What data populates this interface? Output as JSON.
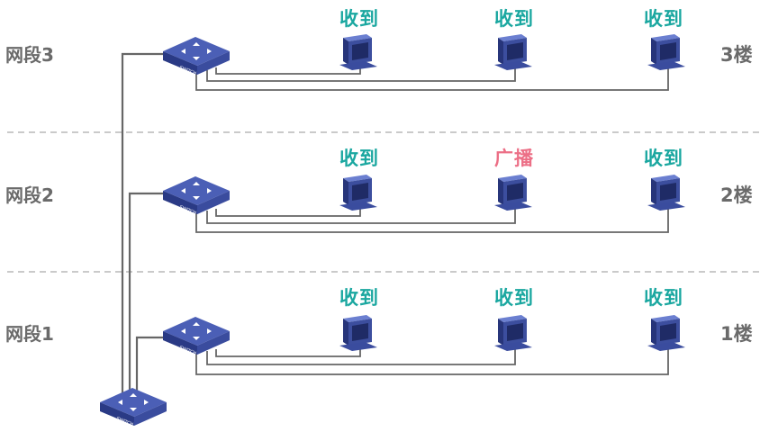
{
  "colors": {
    "received": "#1aa7a0",
    "broadcast": "#ec6f86",
    "label": "#6a6a6a",
    "wire": "#666666",
    "divider": "#b8b8b8",
    "switch_top": "#4b5fb6",
    "switch_side": "#2a3a85",
    "pc_body": "#3c4e9e"
  },
  "icons": [
    "switch-icon",
    "computer-icon"
  ],
  "switch_label": "SWITCH",
  "segments": [
    {
      "segment_label": "网段3",
      "floor_label": "3楼",
      "hosts": [
        {
          "status": "收到",
          "kind": "received"
        },
        {
          "status": "收到",
          "kind": "received"
        },
        {
          "status": "收到",
          "kind": "received"
        }
      ]
    },
    {
      "segment_label": "网段2",
      "floor_label": "2楼",
      "hosts": [
        {
          "status": "收到",
          "kind": "received"
        },
        {
          "status": "广播",
          "kind": "broadcast"
        },
        {
          "status": "收到",
          "kind": "received"
        }
      ]
    },
    {
      "segment_label": "网段1",
      "floor_label": "1楼",
      "hosts": [
        {
          "status": "收到",
          "kind": "received"
        },
        {
          "status": "收到",
          "kind": "received"
        },
        {
          "status": "收到",
          "kind": "received"
        }
      ]
    }
  ]
}
